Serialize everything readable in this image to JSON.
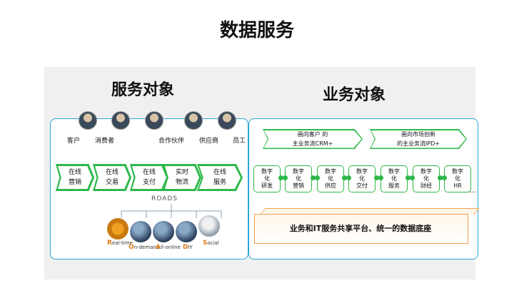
{
  "title": "数据服务",
  "left": {
    "heading": "服务对象",
    "stakeholders": [
      "客户",
      "消费者",
      "合作伙伴",
      "供应商",
      "员工"
    ],
    "channels": [
      "在线\n营销",
      "在线\n交易",
      "在线\n支付",
      "实时\n物流",
      "在线\n服务"
    ],
    "roads": {
      "title": "ROADS",
      "items": [
        {
          "initial": "R",
          "rest": "eal-time"
        },
        {
          "initial": "O",
          "rest": "n-demand"
        },
        {
          "initial": "A",
          "rest": "ll-online"
        },
        {
          "initial": "D",
          "rest": "IY"
        },
        {
          "initial": "S",
          "rest": "ocial"
        }
      ]
    }
  },
  "right": {
    "heading": "业务对象",
    "flows": [
      "画向客户 的\n主业务流CRM+",
      "画向市场创新\n的主业务流IPD+"
    ],
    "digital": [
      "数字\n化\n研发",
      "数字\n化\n营销",
      "数字\n化\n供应",
      "数字\n化\n交付",
      "数字\n化\n服务",
      "数字\n化\n财经",
      "数字\n化\nHR"
    ],
    "ellipsis": "…",
    "platform": "业务和IT服务共享平台、统一的数据底座"
  },
  "colors": {
    "accent_blue": "#2aa7d6",
    "accent_green": "#2db84a",
    "accent_orange": "#f0a34a"
  }
}
